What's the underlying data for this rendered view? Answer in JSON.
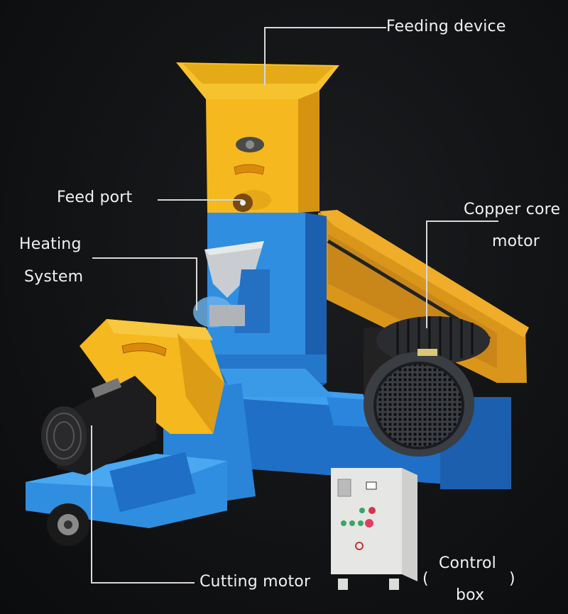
{
  "figure": {
    "subject": "Floating fish feed extruder machine",
    "colors": {
      "background": "#121315",
      "body_yellow": "#f5b81f",
      "body_yellow_shade": "#d99a12",
      "frame_blue": "#2f8ee0",
      "frame_blue_dark": "#1c5fae",
      "motor_grey": "#3a3d42",
      "control_box": "#e8e8e6",
      "label_text": "#f2f2f2",
      "leader_line": "#d8d8d8"
    }
  },
  "labels": {
    "feeding_device": "Feeding device",
    "feed_port": "Feed port",
    "heating_line1": "Heating",
    "heating_line2": "System",
    "copper_line1": "Copper core",
    "copper_line2": "motor",
    "cutting_motor": "Cutting motor",
    "control_open": "(",
    "control_line1": "Control",
    "control_line2": "box",
    "control_close": ")"
  }
}
